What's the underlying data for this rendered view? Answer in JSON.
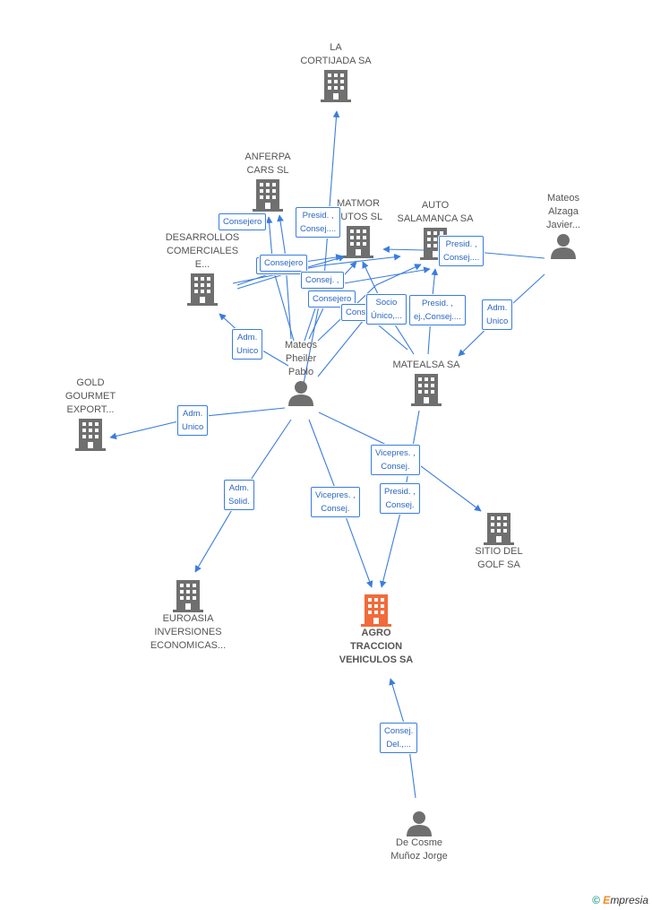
{
  "colors": {
    "edge": "#3b7ddd",
    "building": "#6f6f6f",
    "focus": "#f26b3a",
    "person": "#6f6f6f"
  },
  "nodes": {
    "la_cortijada": {
      "type": "company",
      "label": "LA\nCORTIJADA SA"
    },
    "anferpa": {
      "type": "company",
      "label": "ANFERPA\nCARS SL"
    },
    "matmor": {
      "type": "company",
      "label": "MATMOR\nAUTOS SL"
    },
    "auto_salamanca": {
      "type": "company",
      "label": "AUTO\nSALAMANCA SA"
    },
    "desarrollos": {
      "type": "company",
      "label": "DESARROLLOS\nCOMERCIALES\nE..."
    },
    "mateos_alzaga": {
      "type": "person",
      "label": "Mateos\nAlzaga\nJavier..."
    },
    "matealsa": {
      "type": "company",
      "label": "MATEALSA SA"
    },
    "mateos_pheiler": {
      "type": "person",
      "label": "Mateos\nPheiler\nPablo"
    },
    "gold_gourmet": {
      "type": "company",
      "label": "GOLD\nGOURMET\nEXPORT..."
    },
    "sitio_golf": {
      "type": "company",
      "label": "SITIO DEL\nGOLF SA"
    },
    "euroasia": {
      "type": "company",
      "label": "EUROASIA\nINVERSIONES\nECONOMICAS..."
    },
    "agro": {
      "type": "focus",
      "label": "AGRO\nTRACCION\nVEHICULOS SA"
    },
    "de_cosme": {
      "type": "person",
      "label": "De Cosme\nMuñoz Jorge"
    }
  },
  "edge_labels": {
    "e1": "Consejero",
    "e2": "Presid. ,\nConsej....",
    "e3": "Presid. ,\nConsej....",
    "e4": "Consejero",
    "e5": "Consejero",
    "e6": "Consej. ,",
    "e7": "Consejero",
    "e8": "Consej.",
    "e9": "Socio\nÚnico,...",
    "e10": "Presid. ,\nej.,Consej....",
    "e11": "Adm.\nUnico",
    "e12": "Adm.\nUnico",
    "e13": "Adm.\nUnico",
    "e14": "Adm.\nSolid.",
    "e15": "Vicepres. ,\nConsej.",
    "e16": "Vicepres. ,\nConsej.",
    "e17": "Presid. ,\nConsej.",
    "e18": "Consej.\nDel.,..."
  },
  "footer": {
    "copyright": "©",
    "brand_first": "E",
    "brand_rest": "mpresia"
  }
}
